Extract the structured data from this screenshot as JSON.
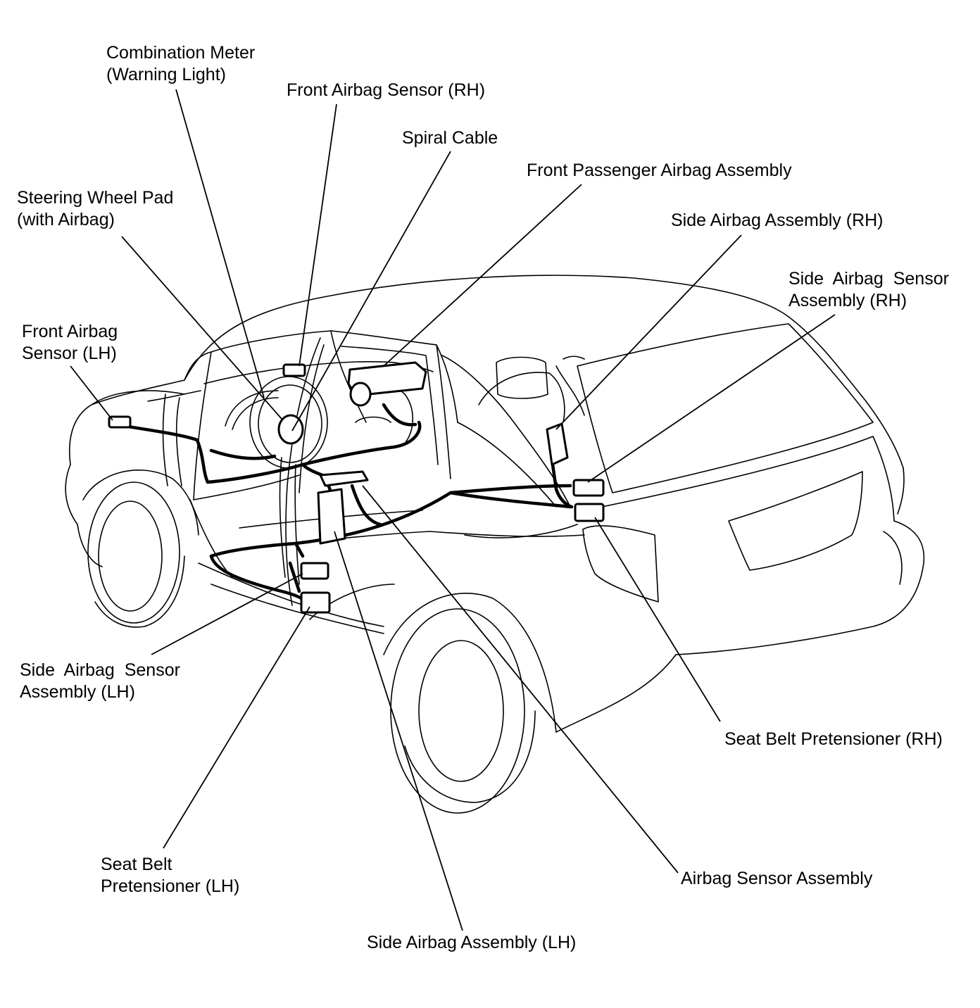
{
  "labels": {
    "combination_meter": [
      "Combination Meter",
      "(Warning Light)"
    ],
    "front_airbag_sensor_rh": "Front Airbag Sensor (RH)",
    "spiral_cable": "Spiral Cable",
    "front_passenger_airbag": "Front Passenger Airbag Assembly",
    "steering_wheel_pad": [
      "Steering Wheel Pad",
      "(with Airbag)"
    ],
    "side_airbag_assembly_rh": "Side Airbag Assembly (RH)",
    "side_airbag_sensor_rh": [
      "Side  Airbag  Sensor",
      "Assembly (RH)"
    ],
    "front_airbag_sensor_lh": [
      "Front Airbag",
      "Sensor (LH)"
    ],
    "side_airbag_sensor_lh": [
      "Side  Airbag  Sensor",
      "Assembly (LH)"
    ],
    "seat_belt_pretensioner_rh": "Seat Belt Pretensioner (RH)",
    "seat_belt_pretensioner_lh": [
      "Seat Belt",
      "Pretensioner (LH)"
    ],
    "airbag_sensor_assembly": "Airbag Sensor Assembly",
    "side_airbag_assembly_lh": "Side Airbag Assembly (LH)"
  }
}
